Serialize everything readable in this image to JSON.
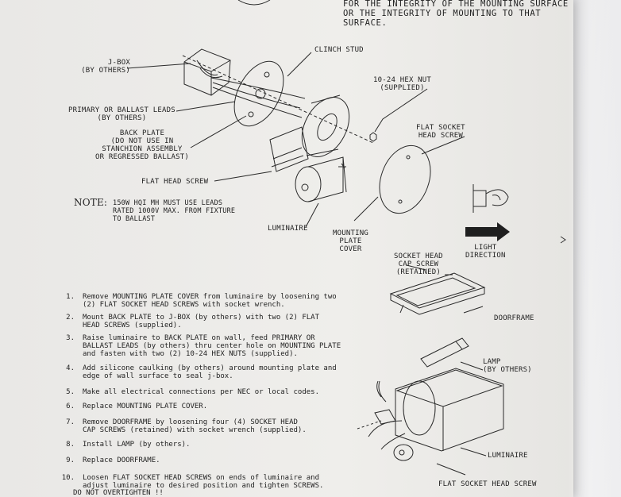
{
  "header": {
    "text": "FOR THE INTEGRITY OF THE MOUNTING SURFACE OR THE INTEGRITY OF MOUNTING TO THAT SURFACE."
  },
  "labels": {
    "jbox": "J-BOX\n(BY OTHERS)",
    "primary_leads": "PRIMARY OR BALLAST LEADS\n(BY OTHERS)",
    "back_plate": "BACK PLATE\n(DO NOT USE IN\nSTANCHION ASSEMBLY\nOR REGRESSED BALLAST)",
    "flat_head_screw": "FLAT HEAD SCREW",
    "clinch_stud": "CLINCH STUD",
    "hex_nut": "10-24 HEX NUT\n(SUPPLIED)",
    "flat_socket_top": "FLAT SOCKET\nHEAD SCREW",
    "luminaire_top": "LUMINAIRE",
    "mounting_plate_cover": "MOUNTING\nPLATE\nCOVER",
    "light_direction": "LIGHT\nDIRECTION",
    "socket_head_cap": "SOCKET HEAD\nCAP SCREW\n(RETAINED)",
    "doorframe": "DOORFRAME",
    "lamp": "LAMP\n(BY OTHERS)",
    "luminaire_bottom": "LUMINAIRE",
    "flat_socket_bottom": "FLAT SOCKET HEAD SCREW"
  },
  "note": {
    "title": "NOTE:",
    "text": "150W HQI MH MUST USE LEADS RATED 1000V MAX. FROM FIXTURE TO BALLAST"
  },
  "steps": [
    {
      "n": "1.",
      "text": "Remove MOUNTING PLATE COVER from luminaire by loosening two (2) FLAT SOCKET HEAD SCREWS with socket wrench."
    },
    {
      "n": "2.",
      "text": "Mount BACK PLATE to J-BOX (by others) with two (2) FLAT HEAD SCREWS (supplied)."
    },
    {
      "n": "3.",
      "text": "Raise luminaire to BACK PLATE on wall, feed PRIMARY OR BALLAST LEADS (by others) thru center hole on MOUNTING PLATE and fasten with two (2) 10-24 HEX NUTS (supplied)."
    },
    {
      "n": "4.",
      "text": "Add silicone caulking (by others) around mounting plate and edge of wall surface to seal j-box."
    },
    {
      "n": "5.",
      "text": "Make all electrical connections per NEC or local codes."
    },
    {
      "n": "6.",
      "text": "Replace MOUNTING PLATE COVER."
    },
    {
      "n": "7.",
      "text": "Remove DOORFRAME by loosening four (4) SOCKET HEAD CAP SCREWS (retained) with socket wrench (supplied)."
    },
    {
      "n": "8.",
      "text": "Install LAMP (by others)."
    },
    {
      "n": "9.",
      "text": "Replace DOORFRAME."
    },
    {
      "n": "10.",
      "text": "Loosen FLAT SOCKET HEAD SCREWS on ends of luminaire and adjust luminaire to desired position and tighten SCREWS."
    }
  ],
  "warning": "DO NOT OVERTIGHTEN !!"
}
